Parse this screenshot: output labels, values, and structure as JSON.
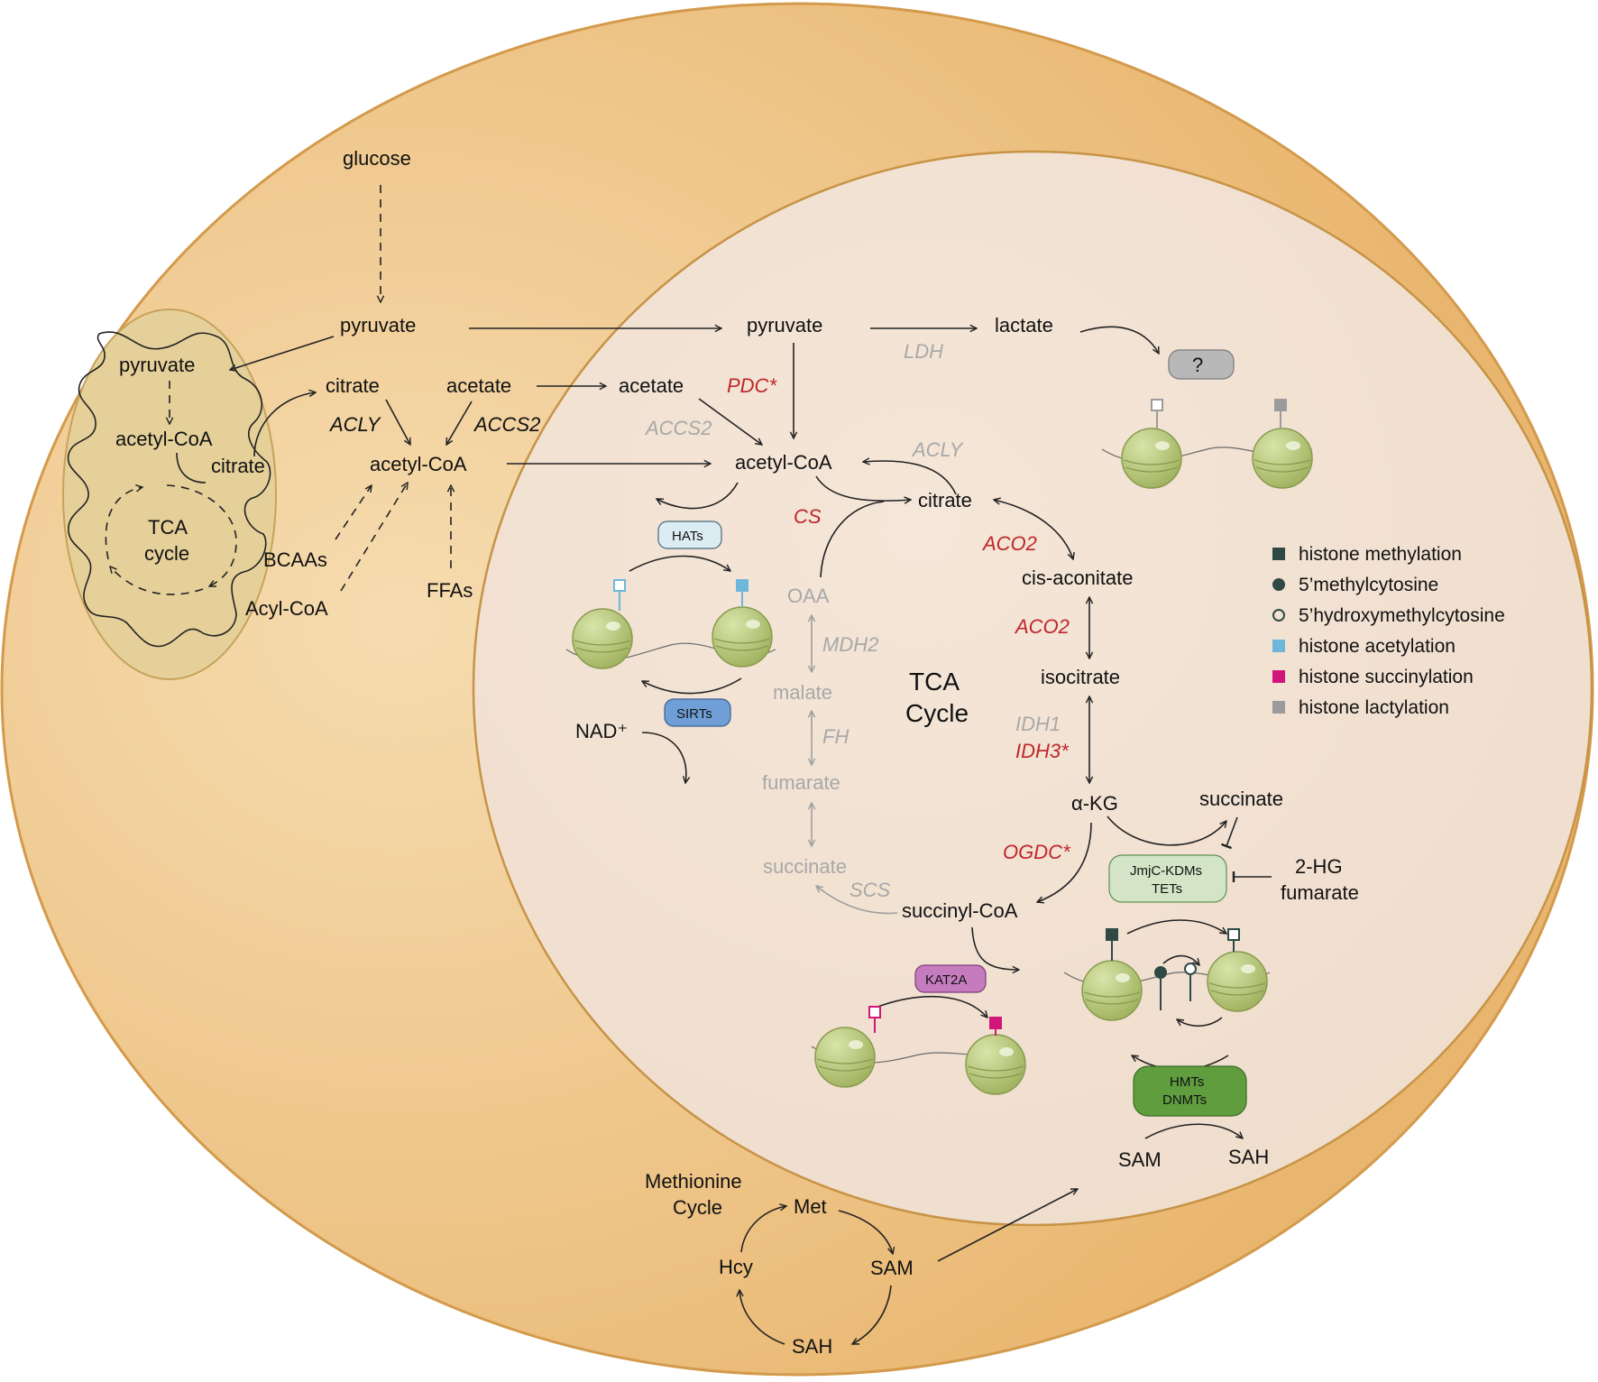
{
  "cytoplasm": {
    "glucose": "glucose",
    "pyruvate": "pyruvate",
    "citrate": "citrate",
    "acetate": "acetate",
    "acetyl_coa": "acetyl-CoA",
    "acly": "ACLY",
    "accs2": "ACCS2",
    "bcaas": "BCAAs",
    "acyl_coa": "Acyl-CoA",
    "ffas": "FFAs"
  },
  "mitochondrion": {
    "pyruvate": "pyruvate",
    "acetyl_coa": "acetyl-CoA",
    "citrate": "citrate",
    "tca_line1": "TCA",
    "tca_line2": "cycle"
  },
  "nucleus": {
    "pyruvate": "pyruvate",
    "lactate": "lactate",
    "ldh": "LDH",
    "question": "?",
    "acetate": "acetate",
    "pdc": "PDC*",
    "accs2": "ACCS2",
    "acly": "ACLY",
    "acetyl_coa": "acetyl-CoA",
    "cs": "CS",
    "citrate": "citrate",
    "aco2_a": "ACO2",
    "cis_aconitate": "cis-aconitate",
    "aco2_b": "ACO2",
    "isocitrate": "isocitrate",
    "idh1": "IDH1",
    "idh3": "IDH3*",
    "akg": "α-KG",
    "succinate_right": "succinate",
    "ogdc": "OGDC*",
    "succinyl_coa": "succinyl-CoA",
    "scs": "SCS",
    "succinate_left": "succinate",
    "fumarate": "fumarate",
    "fh": "FH",
    "malate": "malate",
    "mdh2": "MDH2",
    "oaa": "OAA",
    "tca_line1": "TCA",
    "tca_line2": "Cycle",
    "hats": "HATs",
    "sirts": "SIRTs",
    "nad": "NAD⁺",
    "kat2a": "KAT2A",
    "jmjc_line1": "JmjC-KDMs",
    "jmjc_line2": "TETs",
    "twohg_line1": "2-HG",
    "twohg_line2": "fumarate",
    "hmts_line1": "HMTs",
    "hmts_line2": "DNMTs",
    "sam": "SAM",
    "sah": "SAH"
  },
  "methionine_cycle": {
    "title_line1": "Methionine",
    "title_line2": "Cycle",
    "met": "Met",
    "sam": "SAM",
    "sah": "SAH",
    "hcy": "Hcy"
  },
  "legend": {
    "items": [
      {
        "label": "histone methylation",
        "marker": "square-filled",
        "color": "#2f4a44"
      },
      {
        "label": "5’methylcytosine",
        "marker": "circle-filled",
        "color": "#2f4a44"
      },
      {
        "label": "5’hydroxymethylcytosine",
        "marker": "circle-open",
        "color": "#2f4a44"
      },
      {
        "label": "histone acetylation",
        "marker": "square-filled",
        "color": "#6fb6dd"
      },
      {
        "label": "histone succinylation",
        "marker": "square-filled",
        "color": "#d1157a"
      },
      {
        "label": "histone lactylation",
        "marker": "square-filled",
        "color": "#9b9b9b"
      }
    ]
  },
  "colors": {
    "cell": "#eab872",
    "nucleus": "#f0dfcf",
    "mitochondrion": "#e5d09a",
    "red_enzyme": "#c0262b",
    "grey_text": "#a8a8a8",
    "nucleosome": "#b5c77a",
    "hats_box": "#dcecf3",
    "sirts_box": "#6f9fd6",
    "kat2a_box": "#c47cbf",
    "jmjc_box": "#d3e5c6",
    "hmts_box": "#5f9d3f",
    "question_box": "#b8b8b8"
  }
}
